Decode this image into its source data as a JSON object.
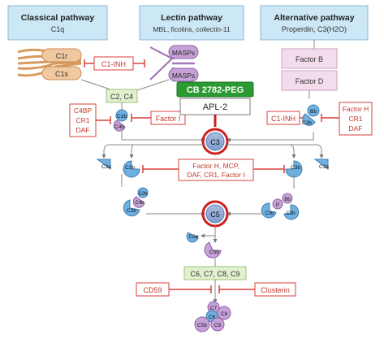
{
  "pathways": {
    "classical": {
      "title": "Classical pathway",
      "subtitle": "C1q"
    },
    "lectin": {
      "title": "Lectin pathway",
      "subtitle": "MBL, ficolins, collectin-11"
    },
    "alternative": {
      "title": "Alternative pathway",
      "subtitle": "Properdin, C3(H2O)"
    }
  },
  "molecules": {
    "c1r": "C1r",
    "c1s": "C1s",
    "masps_top": "MASPs",
    "masps_bottom": "MASPs",
    "factor_b": "Factor B",
    "factor_d": "Factor D",
    "c2_c4": "C2, C4",
    "c2b": "C2b",
    "c4b": "C4b",
    "bb": "Bb",
    "c3b": "C3b",
    "c3": "C3",
    "c3a": "C3a",
    "c5": "C5",
    "c5a": "C5a",
    "c5b": "C5b",
    "p": "P",
    "c6_c9": "C6, C7, C8, C9",
    "c7": "C7",
    "c8": "C8",
    "c6": "C6",
    "c9": "C9"
  },
  "regulators": {
    "c1_inh_top": "C1-INH",
    "c1_inh_right": "C1-INH",
    "factor_i": "Factor I",
    "left_group": [
      "C4BP",
      "CR1",
      "DAF"
    ],
    "right_group": [
      "Factor H",
      "CR1",
      "DAF"
    ],
    "center_group": [
      "Factor H, MCP,",
      "DAF, CR1, Factor I"
    ],
    "cd59": "CD59",
    "clusterin": "Clusterin"
  },
  "drug": {
    "name": "CB 2782-PEG",
    "comparator": "APL-2"
  },
  "colors": {
    "pathway_fill": "#cce7f5",
    "pathway_stroke": "#87b9d6",
    "factor_fill": "#f3dceb",
    "factor_stroke": "#c9a3c2",
    "reg_stroke": "#d9423c",
    "reg_text": "#c0392b",
    "drug_green": "#2a9a32",
    "c3_ring": "#cc1f1f",
    "blue_mol": "#6fb0e0",
    "purple_mol": "#b88ed0",
    "green_box": "#e2f0d0"
  }
}
